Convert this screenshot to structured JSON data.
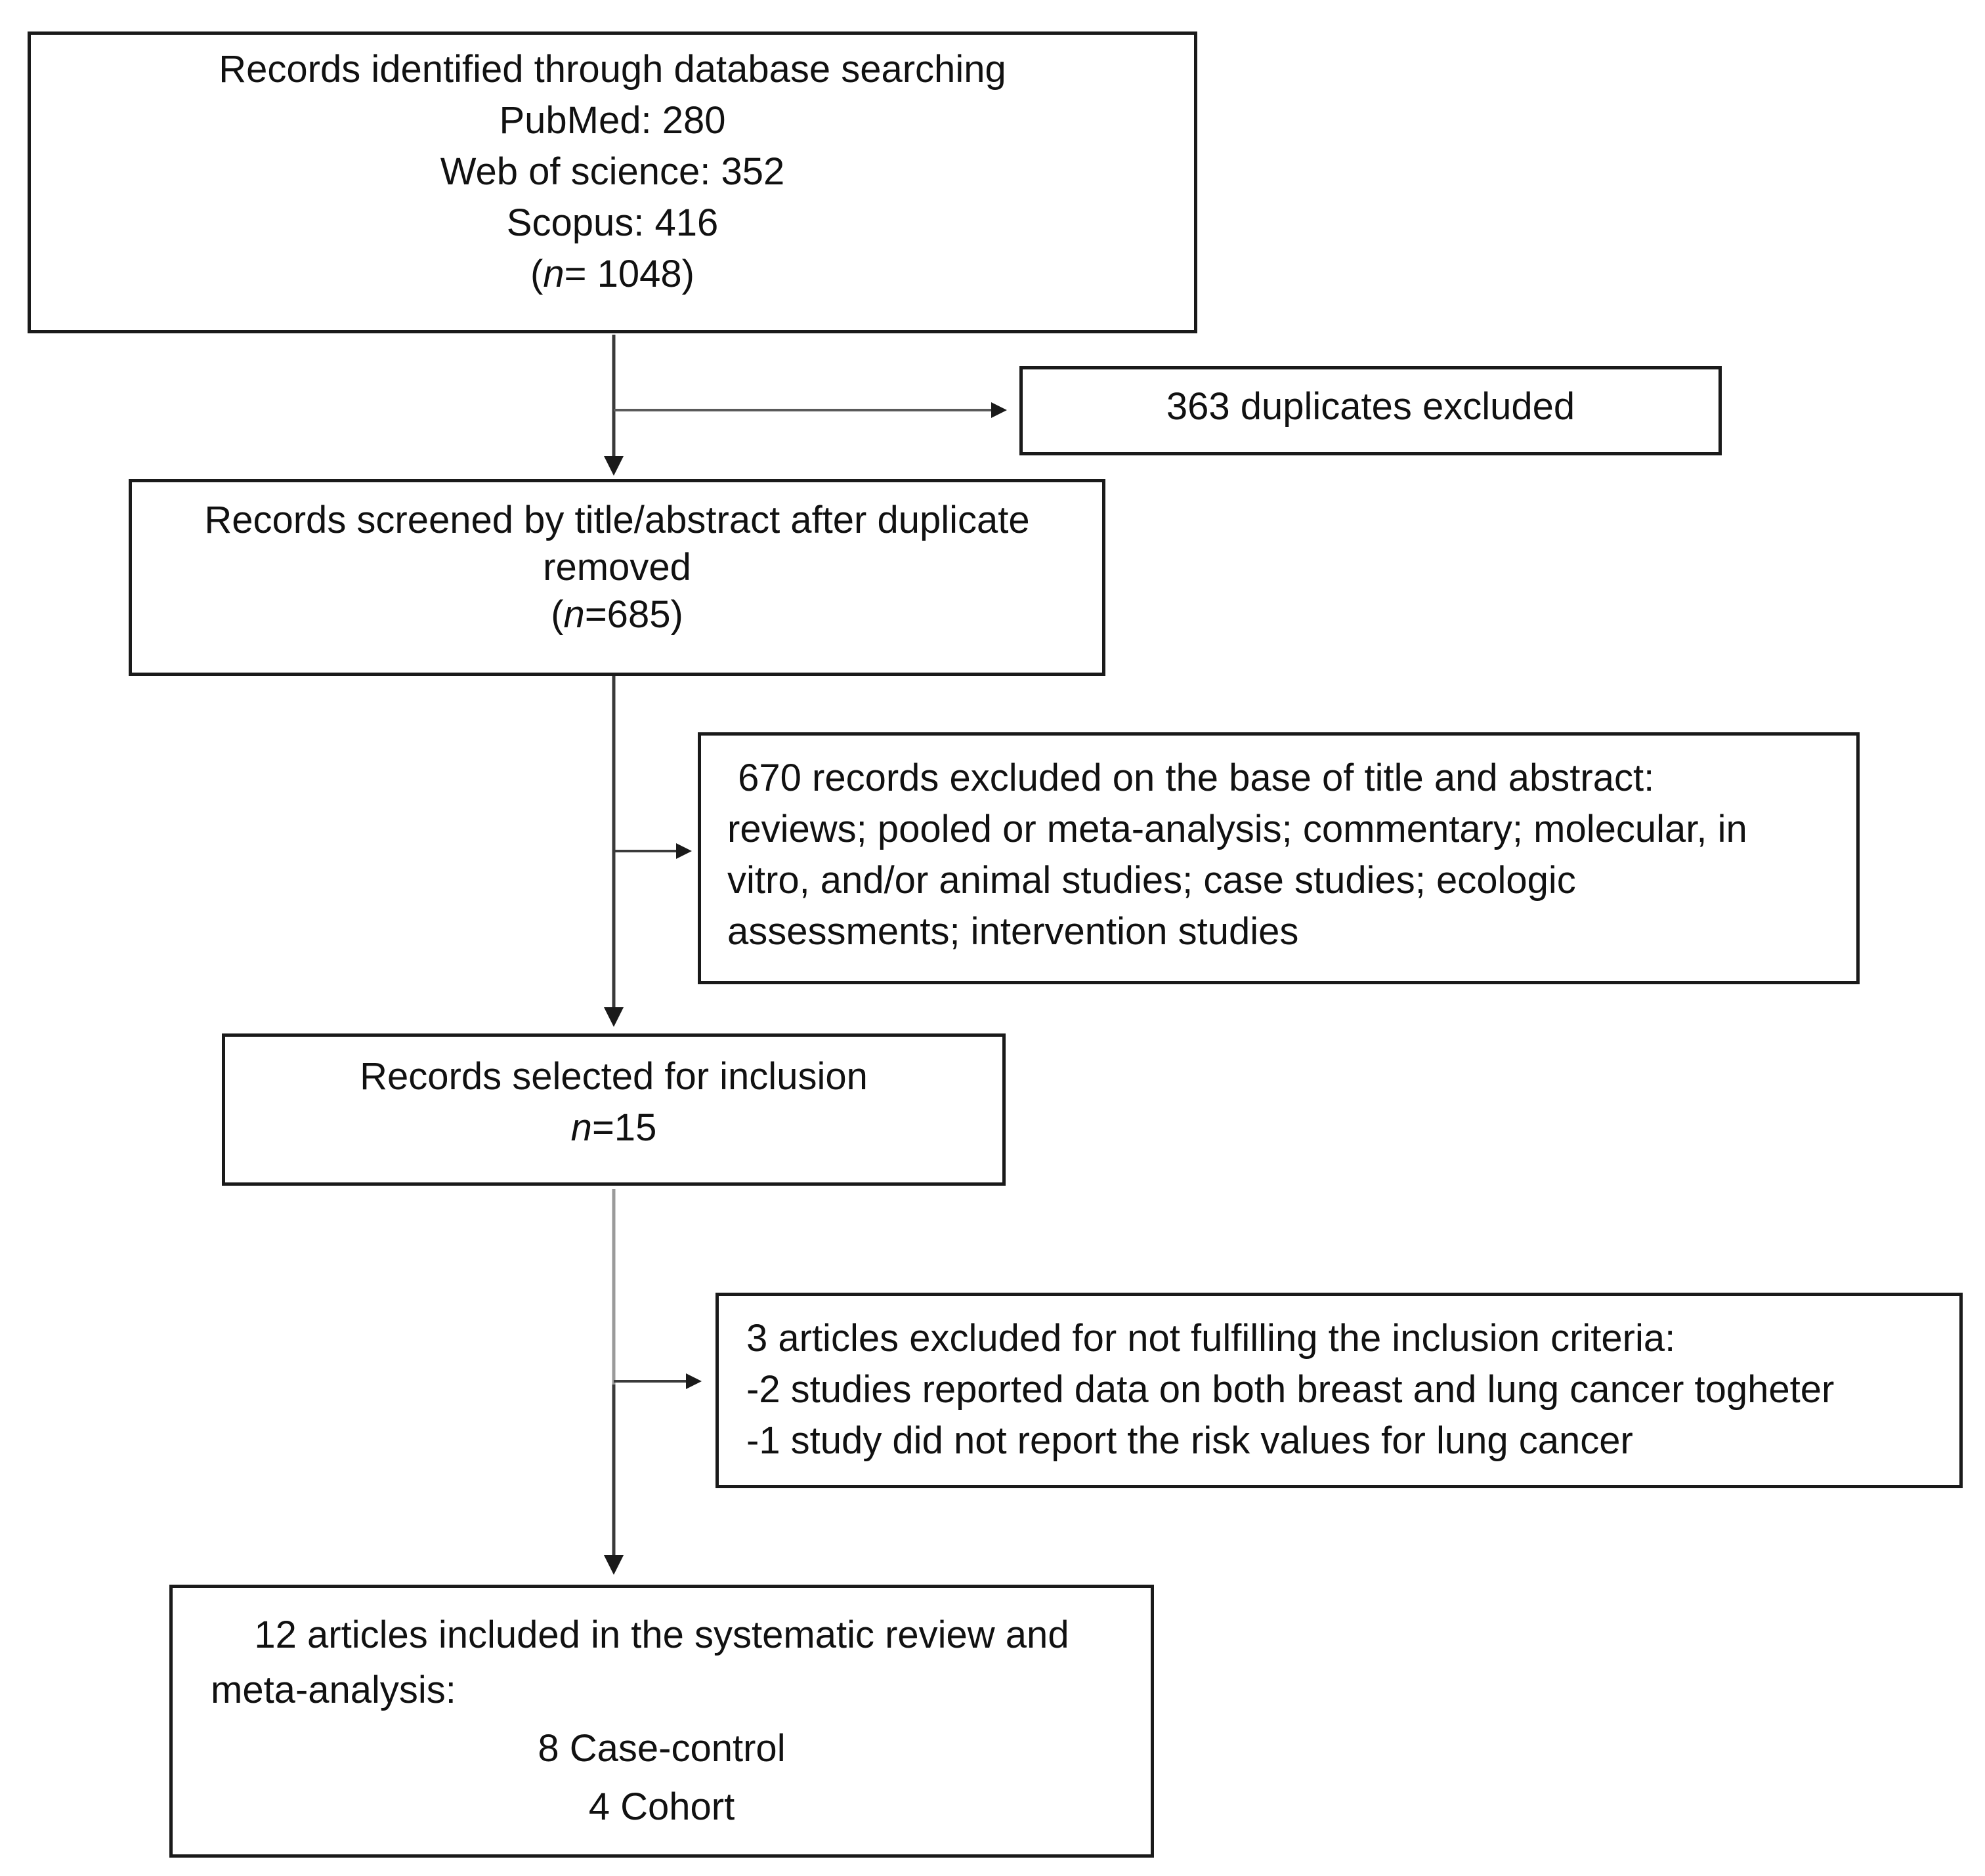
{
  "identification": {
    "title": "Records identified through database searching",
    "pubmed": "PubMed: 280",
    "wos": "Web of science: 352",
    "scopus": "Scopus: 416",
    "count_open": "(",
    "count_n": "n",
    "count_rest": "= 1048)"
  },
  "duplicates": {
    "text": "363 duplicates excluded"
  },
  "screened": {
    "line1": "Records screened by title/abstract after duplicate",
    "line2": "removed",
    "count_open": "(",
    "count_n": "n",
    "count_rest": "=685)"
  },
  "excluded_title_abstract": {
    "line1": " 670 records excluded on the base of title and abstract:",
    "line2": "reviews; pooled or meta-analysis; commentary; molecular, in",
    "line3": "vitro, and/or animal studies; case studies; ecologic",
    "line4": "assessments; intervention studies"
  },
  "selected": {
    "line1": "Records selected for inclusion",
    "count_n": "n",
    "count_rest": "=15"
  },
  "excluded_criteria": {
    "line1": "3 articles excluded for not fulfilling the inclusion criteria:",
    "line2": "-2 studies reported data on both breast and lung cancer togheter",
    "line3": "-1 study did not report the risk values for lung cancer"
  },
  "included": {
    "line1": "12 articles included in the systematic review and",
    "line2": "meta-analysis:",
    "line3": "8 Case-control",
    "line4": "4 Cohort"
  }
}
